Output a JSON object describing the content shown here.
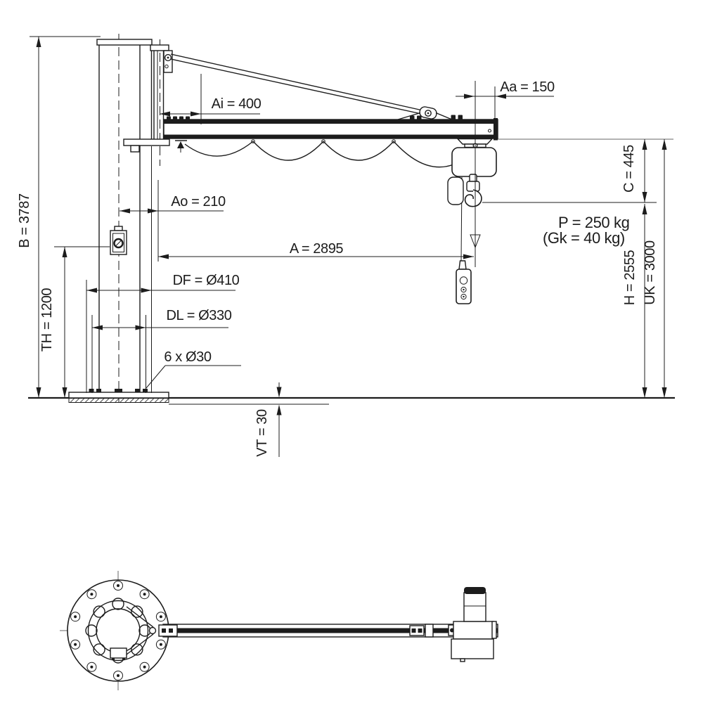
{
  "drawing": {
    "description": "Technical dimension drawing of a column-mounted slewing jib crane with electric chain hoist, side elevation and plan view",
    "background": "#ffffff",
    "line_color": "#1c1c1c",
    "dimension_labels": {
      "B": "B = 3787",
      "TH": "TH = 1200",
      "Ai": "Ai = 400",
      "Ao": "Ao = 210",
      "Aa": "Aa = 150",
      "A": "A = 2895",
      "DF": "DF = Ø410",
      "DL": "DL = Ø330",
      "anchor_bolts": "6 x Ø30",
      "VT": "VT = 30",
      "C": "C = 445",
      "H": "H = 2555",
      "UK": "UK = 3000"
    },
    "load_labels": {
      "capacity": "P = 250 kg",
      "hoist_weight": "(Gk = 40 kg)"
    }
  }
}
